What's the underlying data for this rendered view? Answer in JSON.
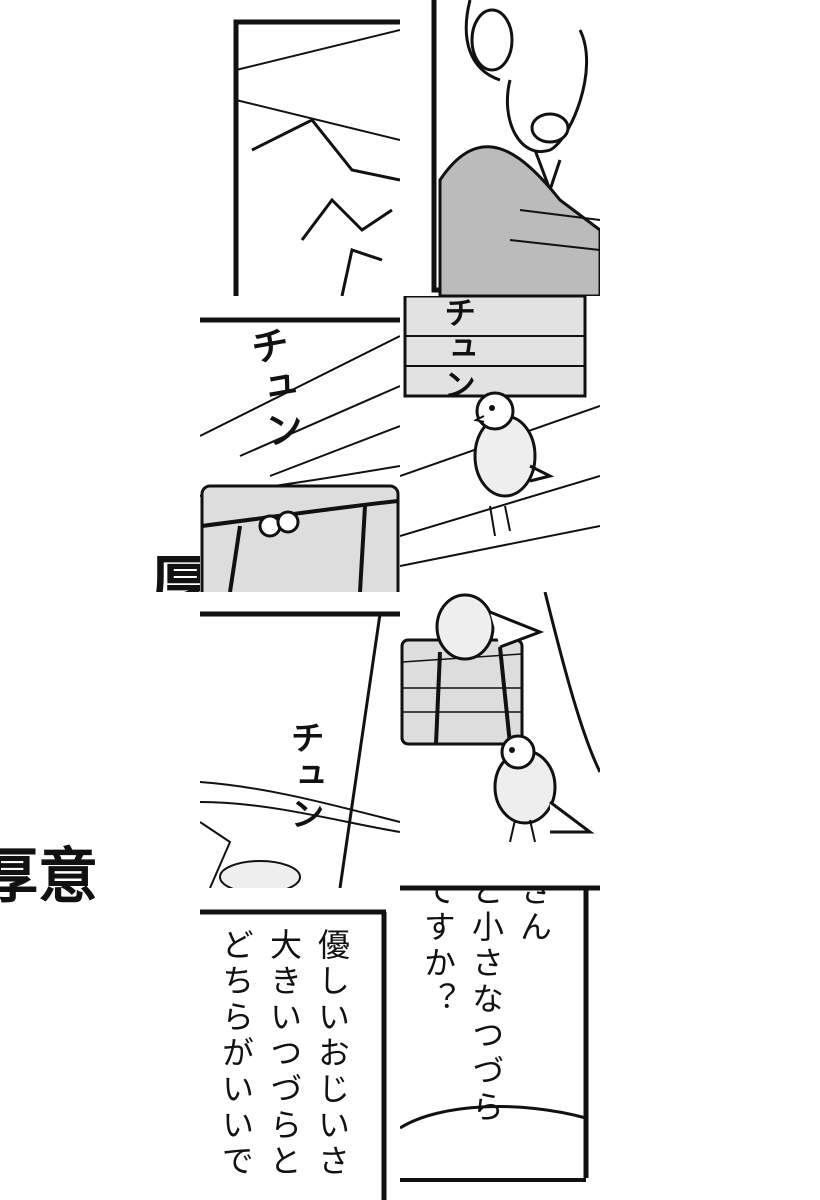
{
  "fragments": {
    "left_top": "厚",
    "left_bottom": "厚意"
  },
  "sfx": {
    "chun": "チュン"
  },
  "speech": {
    "right_col1": "さん",
    "right_col2": "と小さなつづら",
    "right_col3": "ですか？",
    "left_col1": "優しいおじいさ",
    "left_col2": "大きいつづらと",
    "left_col3": "どちらがいいで"
  },
  "colors": {
    "ink": "#111111",
    "paper": "#ffffff",
    "screentone": "#8a8a8a"
  }
}
